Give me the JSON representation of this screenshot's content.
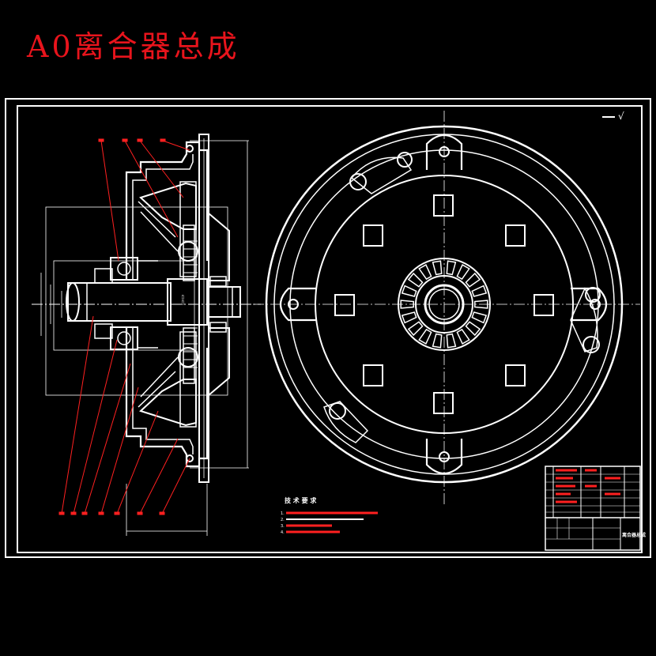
{
  "title": "A0离合器总成",
  "colors": {
    "background": "#000000",
    "title": "#e8141c",
    "line": "#ffffff",
    "annotation": "#ff2020",
    "text": "#ffffff"
  },
  "tech_notes": {
    "heading": "技 术 要 求",
    "numbers": [
      "1.",
      "2.",
      "3.",
      "4."
    ]
  },
  "title_block": {
    "name": "离合器总成"
  },
  "roughness": {
    "symbol": "√"
  }
}
